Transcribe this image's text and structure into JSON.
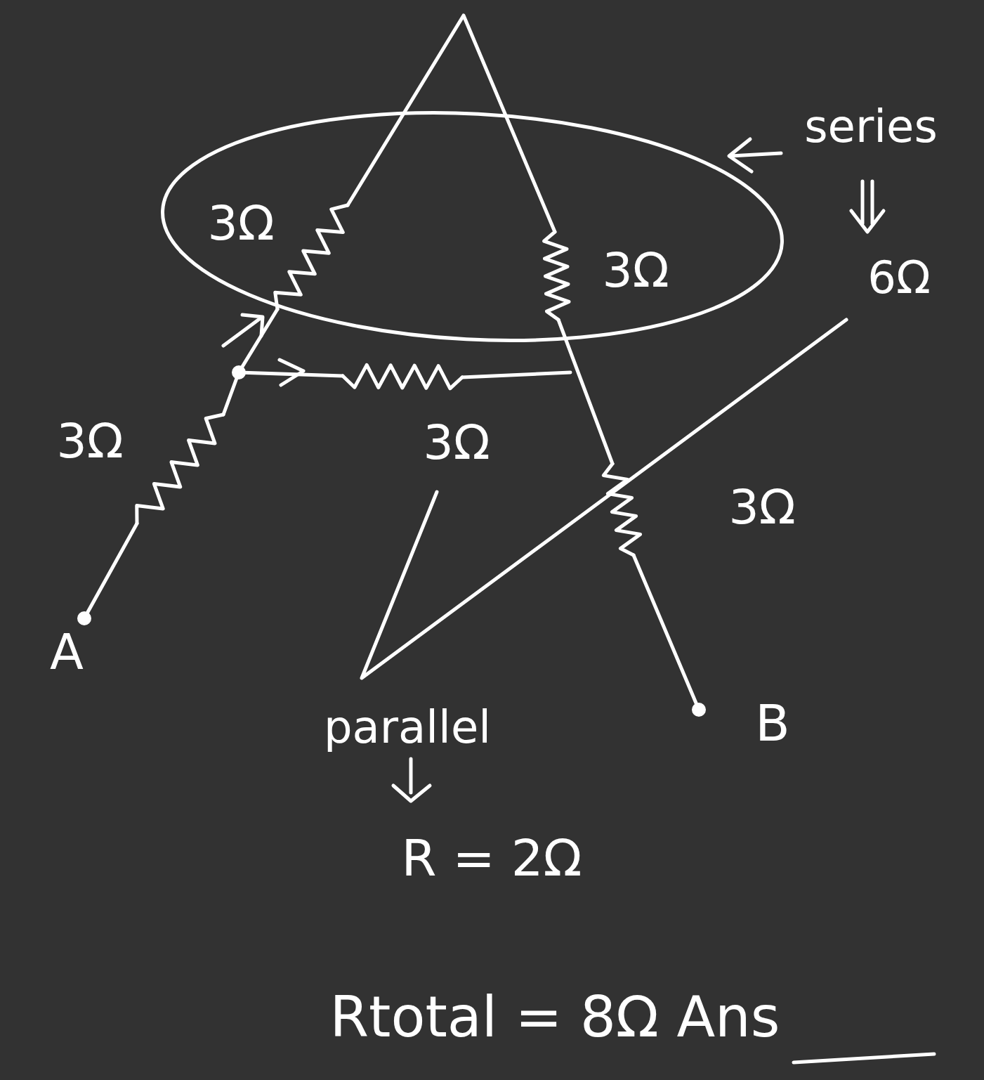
{
  "diagram": {
    "nodes": [
      {
        "text": [
          "3Ω",
          "3Ω"
        ]
      }
    ],
    "labels": [
      "3Ω",
      "3Ω",
      "3Ω",
      "A",
      "B",
      "series",
      "6Ω",
      "parallel",
      "R = 2Ω",
      "Rtotal = 8Ω Ans"
    ]
  }
}
